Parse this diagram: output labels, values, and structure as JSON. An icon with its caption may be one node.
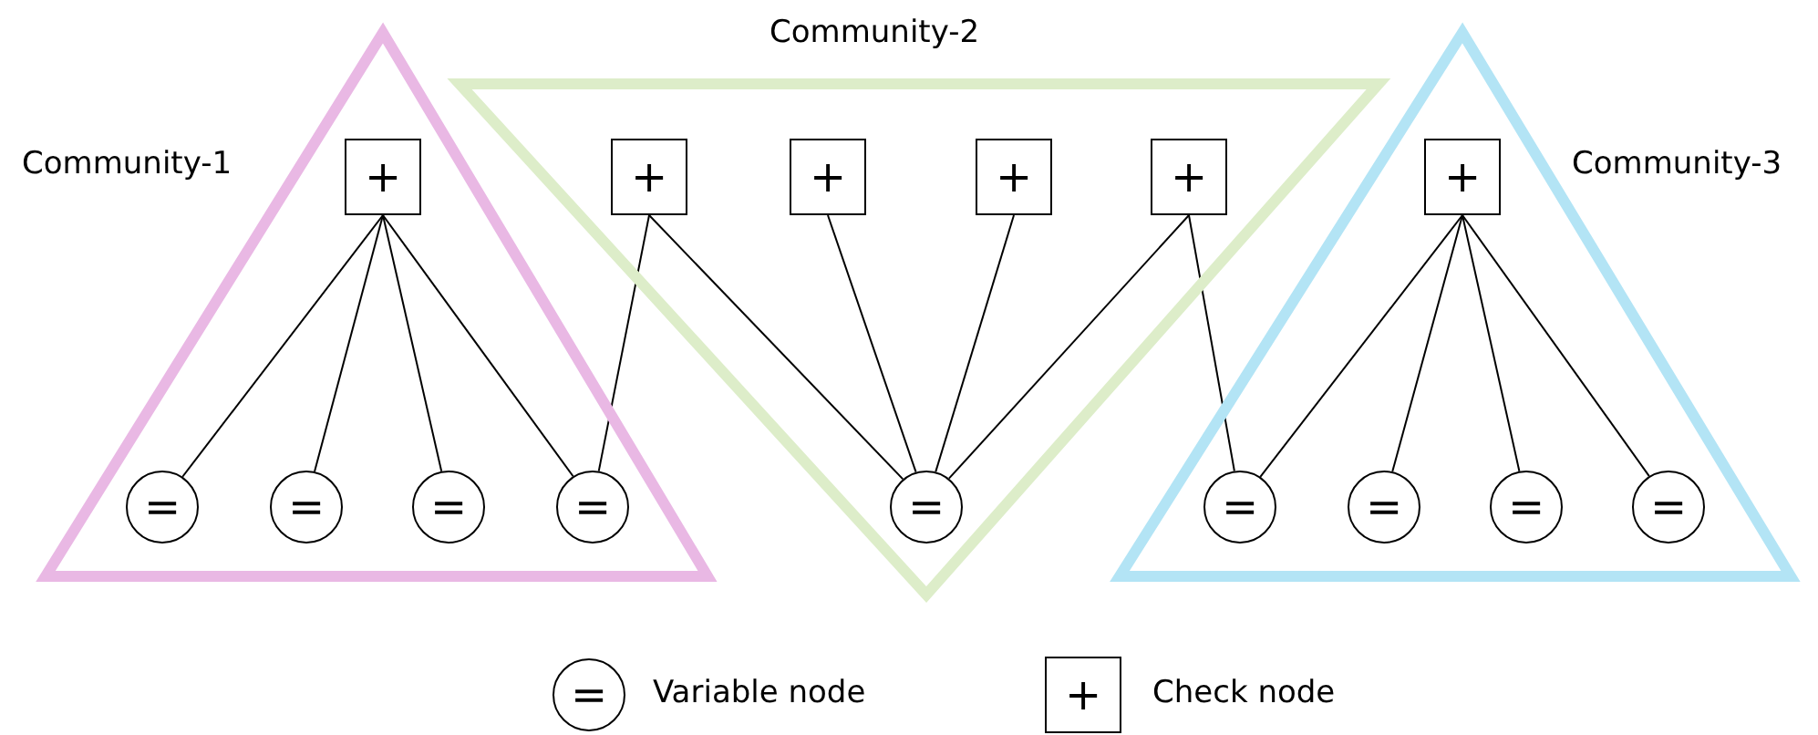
{
  "diagram": {
    "nodes": [
      {
        "text": [
          "Community-1"
        ]
      },
      {
        "text": [
          "+"
        ],
        "in": 0
      },
      {
        "text": [
          "="
        ],
        "in": 0
      },
      {
        "text": [
          "="
        ],
        "in": 0
      },
      {
        "text": [
          "="
        ],
        "in": 0
      },
      {
        "text": [
          "="
        ],
        "in": 0
      },
      {
        "text": [
          "Community-2"
        ]
      },
      {
        "text": [
          "+"
        ],
        "in": 6
      },
      {
        "text": [
          "+"
        ],
        "in": 6
      },
      {
        "text": [
          "+"
        ],
        "in": 6
      },
      {
        "text": [
          "+"
        ],
        "in": 6
      },
      {
        "text": [
          "="
        ],
        "in": 6
      },
      {
        "text": [
          "Community-3"
        ]
      },
      {
        "text": [
          "+"
        ],
        "in": 12
      },
      {
        "text": [
          "="
        ],
        "in": 12
      },
      {
        "text": [
          "="
        ],
        "in": 12
      },
      {
        "text": [
          "="
        ],
        "in": 12
      },
      {
        "text": [
          "="
        ],
        "in": 12
      }
    ],
    "edges": [
      {
        "from": 1,
        "to": 2,
        "arrow": "none"
      },
      {
        "from": 1,
        "to": 3,
        "arrow": "none"
      },
      {
        "from": 1,
        "to": 4,
        "arrow": "none"
      },
      {
        "from": 1,
        "to": 5,
        "arrow": "none"
      },
      {
        "from": 7,
        "to": 5,
        "arrow": "none"
      },
      {
        "from": 7,
        "to": 11,
        "arrow": "none"
      },
      {
        "from": 8,
        "to": 11,
        "arrow": "none"
      },
      {
        "from": 9,
        "to": 11,
        "arrow": "none"
      },
      {
        "from": 10,
        "to": 11,
        "arrow": "none"
      },
      {
        "from": 10,
        "to": 14,
        "arrow": "none"
      },
      {
        "from": 13,
        "to": 14,
        "arrow": "none"
      },
      {
        "from": 13,
        "to": 15,
        "arrow": "none"
      },
      {
        "from": 13,
        "to": 16,
        "arrow": "none"
      },
      {
        "from": 13,
        "to": 17,
        "arrow": "none"
      }
    ],
    "labels": [
      "=",
      "+"
    ],
    "legend": [
      {
        "text": "Variable node"
      },
      {
        "text": "Check node"
      }
    ]
  }
}
